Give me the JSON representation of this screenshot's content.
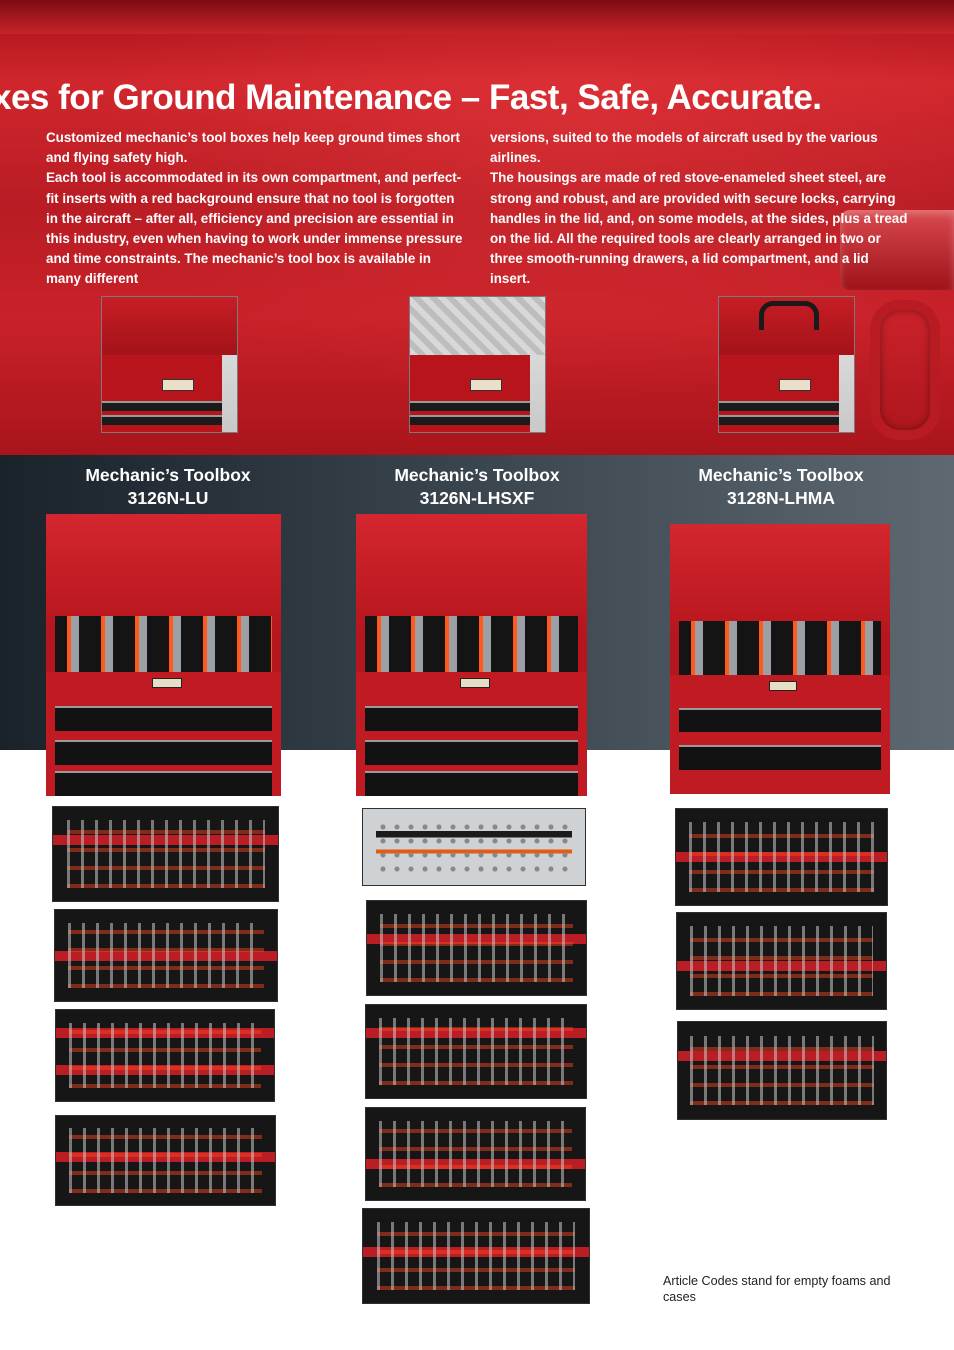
{
  "header": {
    "title": "xes for Ground Maintenance – Fast, Safe, Accurate."
  },
  "intro": {
    "left_paragraphs": [
      "Customized mechanic’s tool boxes help keep ground times short and flying safety high.",
      "Each tool is accommodated in its own compartment, and perfect-fit inserts with a red background ensure that no tool is forgotten in the aircraft – after all, efficiency and precision are essential in this industry, even when having to work under immense pressure and time constraints. The mechanic’s tool box is available in many different"
    ],
    "right_paragraphs": [
      "versions, suited to the models of aircraft used by the various airlines.",
      "The housings are made of red stove-enameled sheet steel, are strong and robust, and are provided with secure locks, carrying handles in the lid, and, on some models, at the sides, plus a tread on the lid. All the required tools are clearly arranged in two or three smooth-running drawers, a lid compartment, and a lid insert."
    ]
  },
  "products": [
    {
      "name": "Mechanic’s Toolbox",
      "code": "3126N-LU"
    },
    {
      "name": "Mechanic’s Toolbox",
      "code": "3126N-LHSXF"
    },
    {
      "name": "Mechanic’s Toolbox",
      "code": "3128N-LHMA"
    }
  ],
  "footnote": "Article Codes stand for empty foams and cases"
}
